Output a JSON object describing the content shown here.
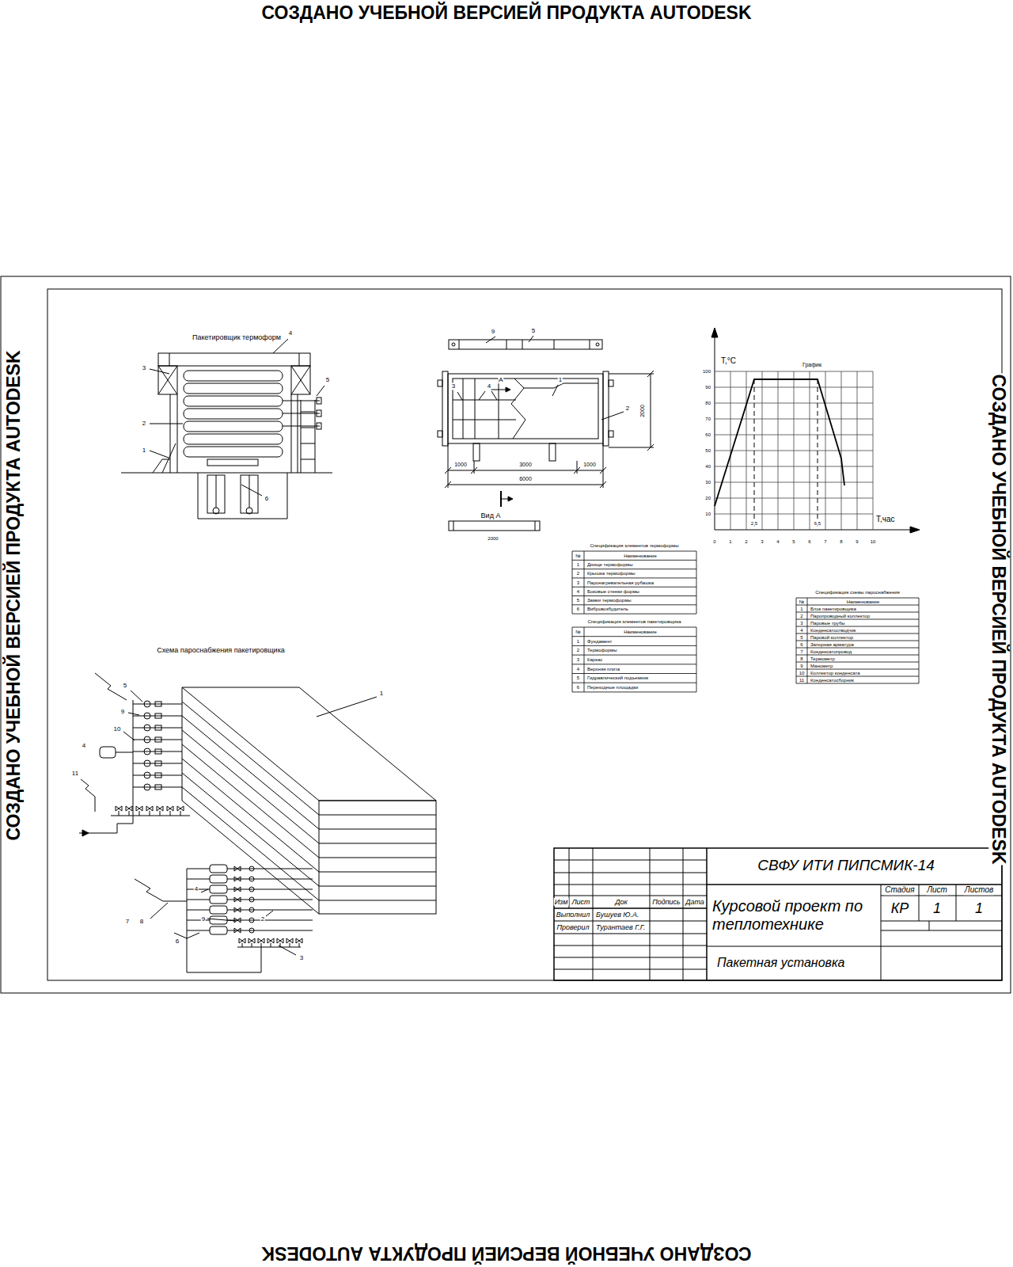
{
  "diagram": {
    "labels": [
      "СОЗДАНО УЧЕБНОЙ ВЕРСИЕЙ ПРОДУКТА AUTODESK",
      "СОЗДАНО УЧЕБНОЙ ВЕРСИЕЙ ПРОДУКТА AUTODESK",
      "СОЗДАНО УЧЕБНОЙ ВЕРСИЕЙ ПРОДУКТА AUTODESK",
      "СОЗДАНО УЧЕБНОЙ ВЕРСИЕЙ ПРОДУКТА AUTODESK",
      "Пакетировщик термоформ",
      "4",
      "3",
      "2",
      "1",
      "5",
      "6",
      "9",
      "5",
      "3",
      "4",
      "А",
      "1",
      "2",
      "2000",
      "1000",
      "3000",
      "1000",
      "6000",
      "Вид А",
      "2000",
      "T,°C",
      "График",
      "T,час",
      "100",
      "90",
      "80",
      "70",
      "60",
      "50",
      "40",
      "30",
      "20",
      "10",
      "0",
      "1",
      "2",
      "3",
      "4",
      "5",
      "6",
      "7",
      "8",
      "9",
      "10",
      "2,5",
      "6,5",
      "Спецификация элементов термоформы",
      "№",
      "Наименование",
      "1",
      "Днище термоформы",
      "2",
      "Крышка термоформы",
      "3",
      "Паронагревательная рубашка",
      "4",
      "Боковые стенки формы",
      "5",
      "Замки термоформы",
      "6",
      "Вибровозбудитель",
      "Спецификация элементов пакетировщика",
      "№",
      "Наименование",
      "1",
      "Фундамент",
      "2",
      "Термоформы",
      "3",
      "Каркас",
      "4",
      "Верхняя плита",
      "5",
      "Гидравлический подъемник",
      "6",
      "Переходные площадки",
      "Спецификация схемы пароснабжения",
      "№",
      "Наименование",
      "1",
      "Блок пакетировщика",
      "2",
      "Паропроводный коллектор",
      "3",
      "Паровые трубы",
      "4",
      "Конденсатоотводчик",
      "5",
      "Паровой коллектор",
      "6",
      "Запорная арматура",
      "7",
      "Конденсатопровод",
      "8",
      "Термометр",
      "9",
      "Манометр",
      "10",
      "Коллектор конденсата",
      "11",
      "Конденсатосборник",
      "Схема пароснабжения пакетировщика",
      "5",
      "9",
      "10",
      "4",
      "11",
      "1",
      "4",
      "9",
      "2",
      "7",
      "8",
      "6",
      "3",
      "СВФУ ИТИ ПИПСМИК-14",
      "Изм",
      "Лист",
      "Док",
      "Подпись",
      "Дата",
      "Выполнил",
      "Бушуев Ю.А.",
      "Проверил",
      "Турантаев Г.Г.",
      "Курсовой проект по теплотехнике",
      "Стадия",
      "Лист",
      "Листов",
      "КР",
      "1",
      "1",
      "Пакетная установка"
    ]
  }
}
